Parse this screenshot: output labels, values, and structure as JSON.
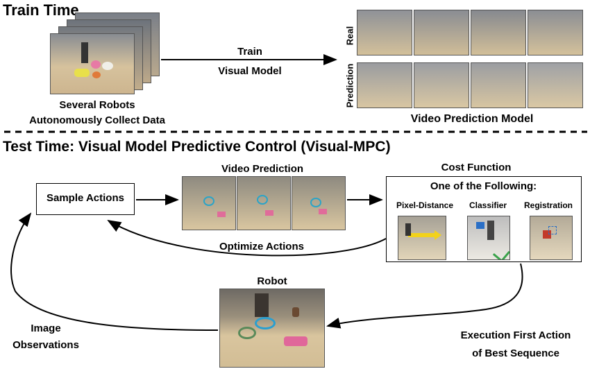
{
  "train": {
    "title": "Train Time",
    "robots_caption_1": "Several Robots",
    "robots_caption_2": "Autonomously Collect Data",
    "arrow_label_1": "Train",
    "arrow_label_2": "Visual Model",
    "row_real": "Real",
    "row_prediction": "Prediction",
    "model_caption": "Video Prediction Model"
  },
  "test": {
    "title": "Test Time: Visual Model Predictive Control (Visual-MPC)",
    "sample_actions": "Sample Actions",
    "video_prediction": "Video Prediction",
    "cost_function": "Cost Function",
    "one_of": "One of the Following:",
    "pixel_distance": "Pixel-Distance",
    "classifier": "Classifier",
    "registration": "Registration",
    "optimize_actions": "Optimize Actions",
    "robot": "Robot",
    "image_obs_1": "Image",
    "image_obs_2": "Observations",
    "exec_1": "Execution First Action",
    "exec_2": "of Best Sequence"
  }
}
